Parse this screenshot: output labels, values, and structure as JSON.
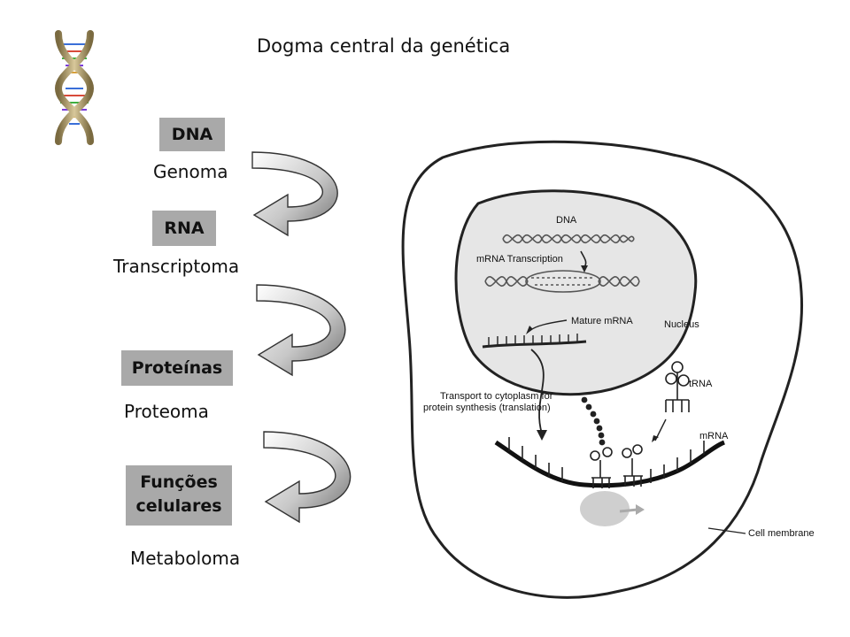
{
  "title": "Dogma central da genética",
  "stages": [
    {
      "box": "DNA",
      "omics": "Genoma"
    },
    {
      "box": "RNA",
      "omics": "Transcriptoma"
    },
    {
      "box": "Proteínas",
      "omics": "Proteoma"
    },
    {
      "box_line1": "Funções",
      "box_line2": "celulares",
      "omics": "Metaboloma"
    }
  ],
  "cell_labels": {
    "dna": "DNA",
    "transcription": "mRNA Transcription",
    "mature": "Mature mRNA",
    "nucleus": "Nucleus",
    "transport_line1": "Transport to cytoplasm for",
    "transport_line2": "protein synthesis (translation)",
    "trna": "tRNA",
    "mrna": "mRNA",
    "membrane": "Cell membrane"
  },
  "colors": {
    "box_fill": "#a9a9a9",
    "nucleus_fill": "#e6e6e6",
    "ribosome": "#cfcfcf"
  }
}
